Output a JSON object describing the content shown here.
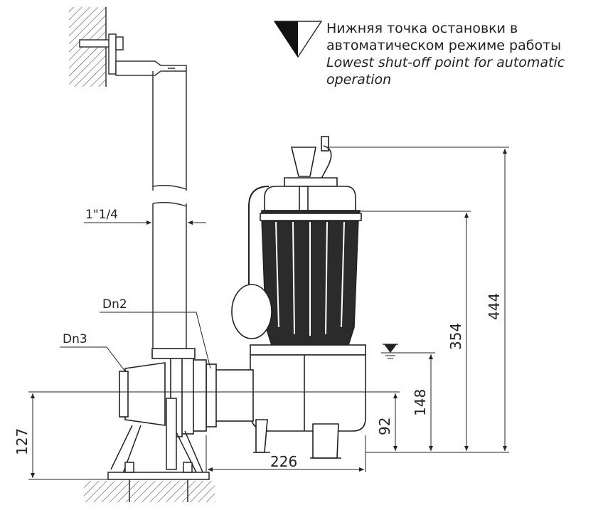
{
  "legend": {
    "ru_line1": "Нижняя точка остановки в",
    "ru_line2": "автоматическом режиме работы",
    "en_line1": "Lowest shut-off point for automatic",
    "en_line2": "operation"
  },
  "labels": {
    "pipe_size": "1\"1/4",
    "dn2": "Dn2",
    "dn3": "Dn3"
  },
  "dimensions": {
    "d444": "444",
    "d354": "354",
    "d148": "148",
    "d92": "92",
    "d226": "226",
    "d127": "127"
  }
}
